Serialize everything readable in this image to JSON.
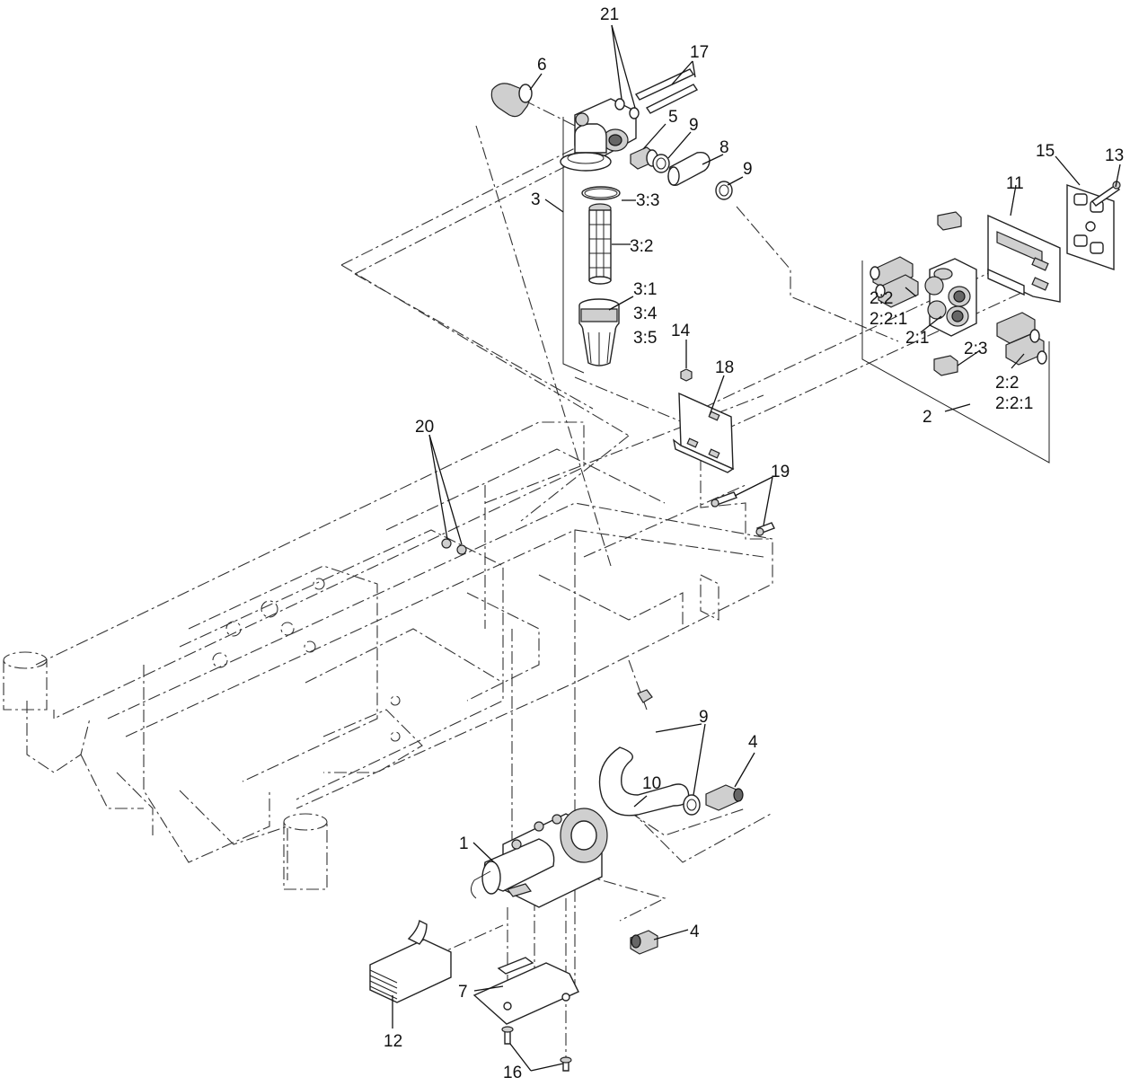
{
  "diagram": {
    "callouts": {
      "c1": "1",
      "c2": "2",
      "c3": "3",
      "c3_1": "3:1",
      "c3_2": "3:2",
      "c3_3": "3:3",
      "c3_4": "3:4",
      "c3_5": "3:5",
      "c4a": "4",
      "c4b": "4",
      "c5": "5",
      "c6": "6",
      "c7": "7",
      "c8": "8",
      "c9a": "9",
      "c9b": "9",
      "c9c": "9",
      "c10": "10",
      "c11": "11",
      "c12": "12",
      "c13": "13",
      "c14": "14",
      "c15": "15",
      "c16": "16",
      "c17": "17",
      "c18": "18",
      "c19": "19",
      "c20": "20",
      "c21": "21",
      "c2_2a": "2:2",
      "c2_2_1a": "2:2:1",
      "c2_1": "2:1",
      "c2_3": "2:3",
      "c2_2b": "2:2",
      "c2_2_1b": "2:2:1"
    }
  }
}
